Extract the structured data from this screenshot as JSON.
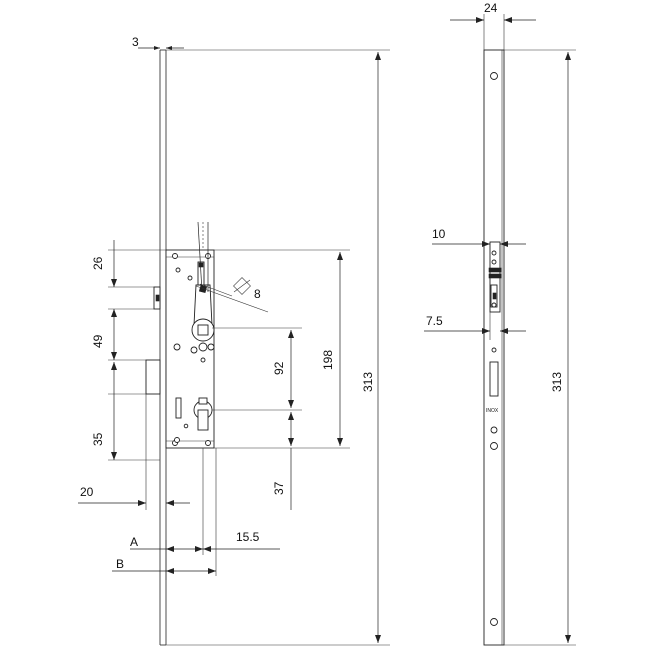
{
  "front_view": {
    "dims": {
      "faceplate_thickness": "3",
      "spindle_to_top": "26",
      "spindle_to_latch": "49",
      "latch_to_cylinder": "35",
      "latch_offset": "20",
      "spindle_square": "8",
      "spindle_to_cylinder": "92",
      "case_height": "198",
      "overall_height": "313",
      "cylinder_to_bottom": "37",
      "cylinder_offset": "15.5"
    },
    "labels": {
      "a": "A",
      "b": "B"
    }
  },
  "side_view": {
    "dims": {
      "faceplate_width": "24",
      "slot_width": "10",
      "offset": "7.5",
      "overall_height": "313"
    },
    "marking": "INOX"
  },
  "colors": {
    "line": "#222222",
    "background": "#ffffff"
  }
}
